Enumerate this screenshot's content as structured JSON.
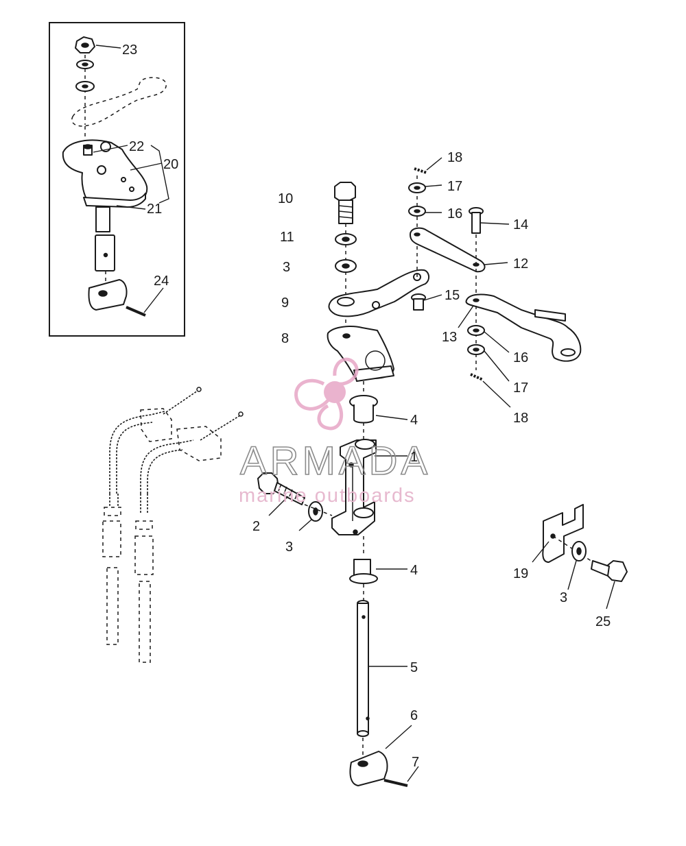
{
  "diagram": {
    "part_numbers": {
      "p1": "1",
      "p2": "2",
      "p3a": "3",
      "p3b": "3",
      "p3c": "3",
      "p4a": "4",
      "p4b": "4",
      "p5": "5",
      "p6": "6",
      "p7": "7",
      "p8": "8",
      "p9": "9",
      "p10": "10",
      "p11": "11",
      "p12": "12",
      "p13": "13",
      "p14": "14",
      "p15": "15",
      "p16a": "16",
      "p16b": "16",
      "p17a": "17",
      "p17b": "17",
      "p18a": "18",
      "p18b": "18",
      "p19": "19",
      "p20": "20",
      "p21": "21",
      "p22": "22",
      "p23": "23",
      "p24": "24",
      "p25": "25"
    }
  },
  "watermark": {
    "brand": "ARMADA",
    "tagline": "marine outboards",
    "colors": {
      "logo": "#e7a6c6",
      "brand_outline": "#8a8a8a"
    }
  }
}
